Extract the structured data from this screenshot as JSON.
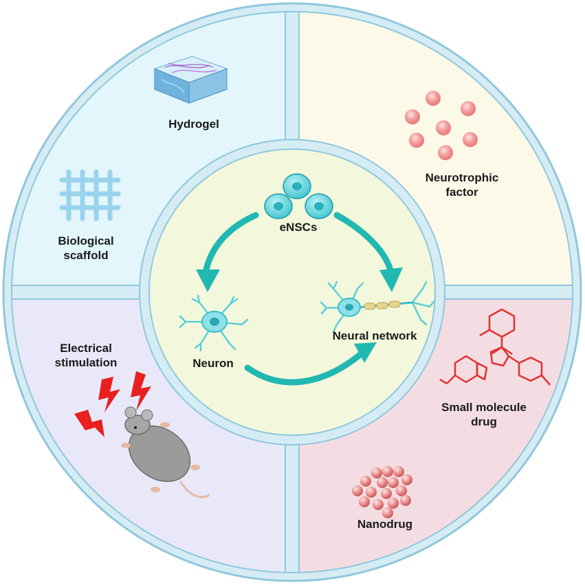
{
  "diagram": {
    "center": {
      "source_label": "eNSCs",
      "neuron_label": "Neuron",
      "network_label": "Neural network"
    },
    "quadrants": {
      "top_left": {
        "items": [
          {
            "label": [
              "Hydrogel"
            ],
            "icon": "hydrogel-block-icon"
          },
          {
            "label": [
              "Biological",
              "scaffold"
            ],
            "icon": "scaffold-mesh-icon"
          }
        ]
      },
      "top_right": {
        "items": [
          {
            "label": [
              "Neurotrophic",
              "factor"
            ],
            "icon": "neurotrophic-spheres-icon"
          }
        ]
      },
      "bottom_left": {
        "items": [
          {
            "label": [
              "Electrical",
              "stimulation"
            ],
            "icon": "mouse-lightning-icon"
          }
        ]
      },
      "bottom_right": {
        "items": [
          {
            "label": [
              "Small molecule",
              "drug"
            ],
            "icon": "molecule-structure-icon"
          },
          {
            "label": [
              "Nanodrug"
            ],
            "icon": "nanoparticle-cluster-icon"
          }
        ]
      }
    },
    "colors": {
      "ring_outer": "#d5ecf4",
      "ring_border": "#8fc7dc",
      "top_left_fill": "#e2f6fb",
      "top_right_fill": "#fdf9e8",
      "bottom_left_fill": "#e8e8f8",
      "bottom_right_fill": "#f3dde2",
      "center_fill": "#f3f8dc",
      "arrow": "#22b8b2",
      "cell": "#5ccfd8",
      "sphere": "#f08a8a",
      "molecule": "#e03030",
      "lightning": "#e82020"
    }
  }
}
